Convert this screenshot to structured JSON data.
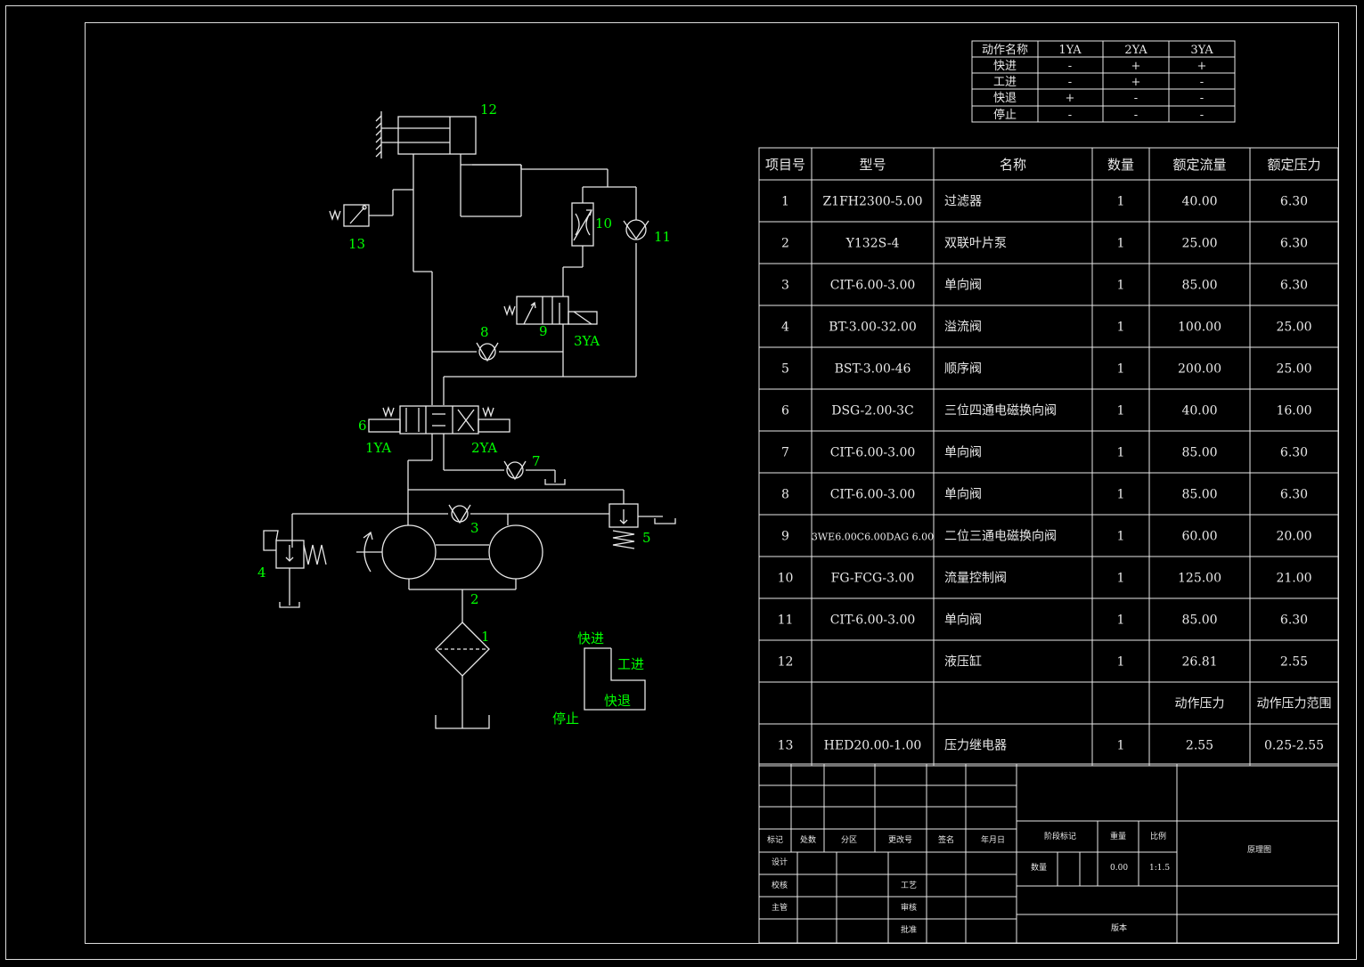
{
  "action_table": {
    "header": [
      "动作名称",
      "1YA",
      "2YA",
      "3YA"
    ],
    "rows": [
      [
        "快进",
        "-",
        "+",
        "+"
      ],
      [
        "工进",
        "-",
        "+",
        "-"
      ],
      [
        "快退",
        "+",
        "-",
        "-"
      ],
      [
        "停止",
        "-",
        "-",
        "-"
      ]
    ]
  },
  "parts_table": {
    "header": [
      "项目号",
      "型号",
      "名称",
      "数量",
      "额定流量",
      "额定压力"
    ],
    "rows": [
      [
        "1",
        "Z1FH2300-5.00",
        "过滤器",
        "1",
        "40.00",
        "6.30"
      ],
      [
        "2",
        "Y132S-4",
        "双联叶片泵",
        "1",
        "25.00",
        "6.30"
      ],
      [
        "3",
        "CIT-6.00-3.00",
        "单向阀",
        "1",
        "85.00",
        "6.30"
      ],
      [
        "4",
        "BT-3.00-32.00",
        "溢流阀",
        "1",
        "100.00",
        "25.00"
      ],
      [
        "5",
        "BST-3.00-46",
        "顺序阀",
        "1",
        "200.00",
        "25.00"
      ],
      [
        "6",
        "DSG-2.00-3C",
        "三位四通电磁换向阀",
        "1",
        "40.00",
        "16.00"
      ],
      [
        "7",
        "CIT-6.00-3.00",
        "单向阀",
        "1",
        "85.00",
        "6.30"
      ],
      [
        "8",
        "CIT-6.00-3.00",
        "单向阀",
        "1",
        "85.00",
        "6.30"
      ],
      [
        "9",
        "3WE6.00C6.00DAG 6.00",
        "二位三通电磁换向阀",
        "1",
        "60.00",
        "20.00"
      ],
      [
        "10",
        "FG-FCG-3.00",
        "流量控制阀",
        "1",
        "125.00",
        "21.00"
      ],
      [
        "11",
        "CIT-6.00-3.00",
        "单向阀",
        "1",
        "85.00",
        "6.30"
      ],
      [
        "12",
        "",
        "液压缸",
        "1",
        "26.81",
        "2.55"
      ],
      [
        "",
        "",
        "",
        "",
        "动作压力",
        "动作压力范围"
      ],
      [
        "13",
        "HED20.00-1.00",
        "压力继电器",
        "1",
        "2.55",
        "0.25-2.55"
      ]
    ]
  },
  "title_block": {
    "row_labels": [
      "标记",
      "处数",
      "分区",
      "更改号",
      "签名",
      "年月日"
    ],
    "design": "设计",
    "check": "校核",
    "supervisor": "主管",
    "process": "工艺",
    "review": "审核",
    "approve": "批准",
    "stage_mark": "阶段标记",
    "weight": "重量",
    "scale": "比例",
    "quantity": "数量",
    "weight_value": "0.00",
    "scale_value": "1:1.5",
    "version": "版本",
    "drawing_name": "原理图"
  },
  "diagram": {
    "component_labels": {
      "c1": "1",
      "c2": "2",
      "c3": "3",
      "c4": "4",
      "c5": "5",
      "c6": "6",
      "c7": "7",
      "c8": "8",
      "c9": "9",
      "c10": "10",
      "c11": "11",
      "c12": "12",
      "c13": "13"
    },
    "solenoid_labels": {
      "s1": "1YA",
      "s2": "2YA",
      "s3": "3YA"
    },
    "cycle_labels": {
      "fast_in": "快进",
      "work_in": "工进",
      "fast_back": "快退",
      "stop": "停止"
    }
  },
  "colors": {
    "background": "#000000",
    "line": "#e8e8e8",
    "label": "#00ff00"
  }
}
